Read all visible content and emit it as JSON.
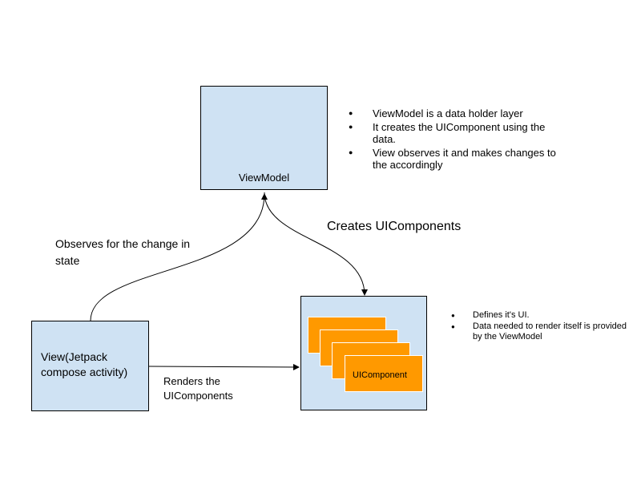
{
  "colors": {
    "box_fill": "#cfe2f3",
    "component_fill": "#ff9900",
    "stroke": "#000000"
  },
  "viewmodel": {
    "label": "ViewModel",
    "notes": [
      "ViewModel is a data holder layer",
      "It creates the UIComponent using the data.",
      "View observes it and makes changes to the accordingly"
    ]
  },
  "view": {
    "label": "View(Jetpack compose activity)"
  },
  "ui_components": {
    "card_label": "UIComponent",
    "notes": [
      "Defines it's UI.",
      "Data needed to render itself is provided by the ViewModel"
    ]
  },
  "arrows": {
    "observes_label": "Observes for the change in state",
    "creates_label": "Creates UIComponents",
    "renders_label": "Renders the UIComponents"
  }
}
